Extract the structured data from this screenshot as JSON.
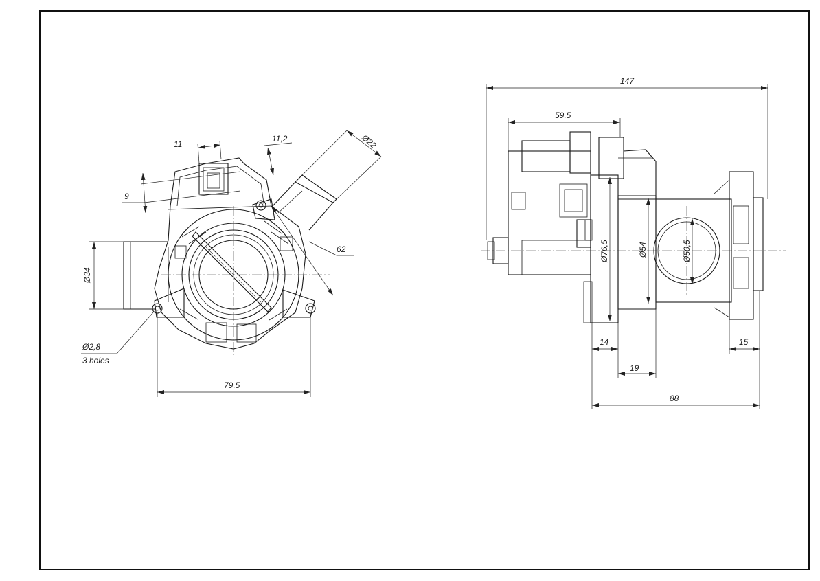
{
  "left_view": {
    "dims": {
      "d11": "11",
      "d11_2": "11,2",
      "d9": "9",
      "d22": "Ø22",
      "d62": "62",
      "d34": "Ø34",
      "d2_8": "Ø2,8",
      "holes": "3 holes",
      "d79_5": "79,5"
    }
  },
  "right_view": {
    "dims": {
      "d147": "147",
      "d59_5": "59,5",
      "d76_5": "Ø76,5",
      "d54": "Ø54",
      "d50_5": "Ø50,5",
      "d14": "14",
      "d19": "19",
      "d15": "15",
      "d88": "88"
    }
  },
  "colors": {
    "line": "#1a1a1a",
    "background": "#ffffff"
  }
}
